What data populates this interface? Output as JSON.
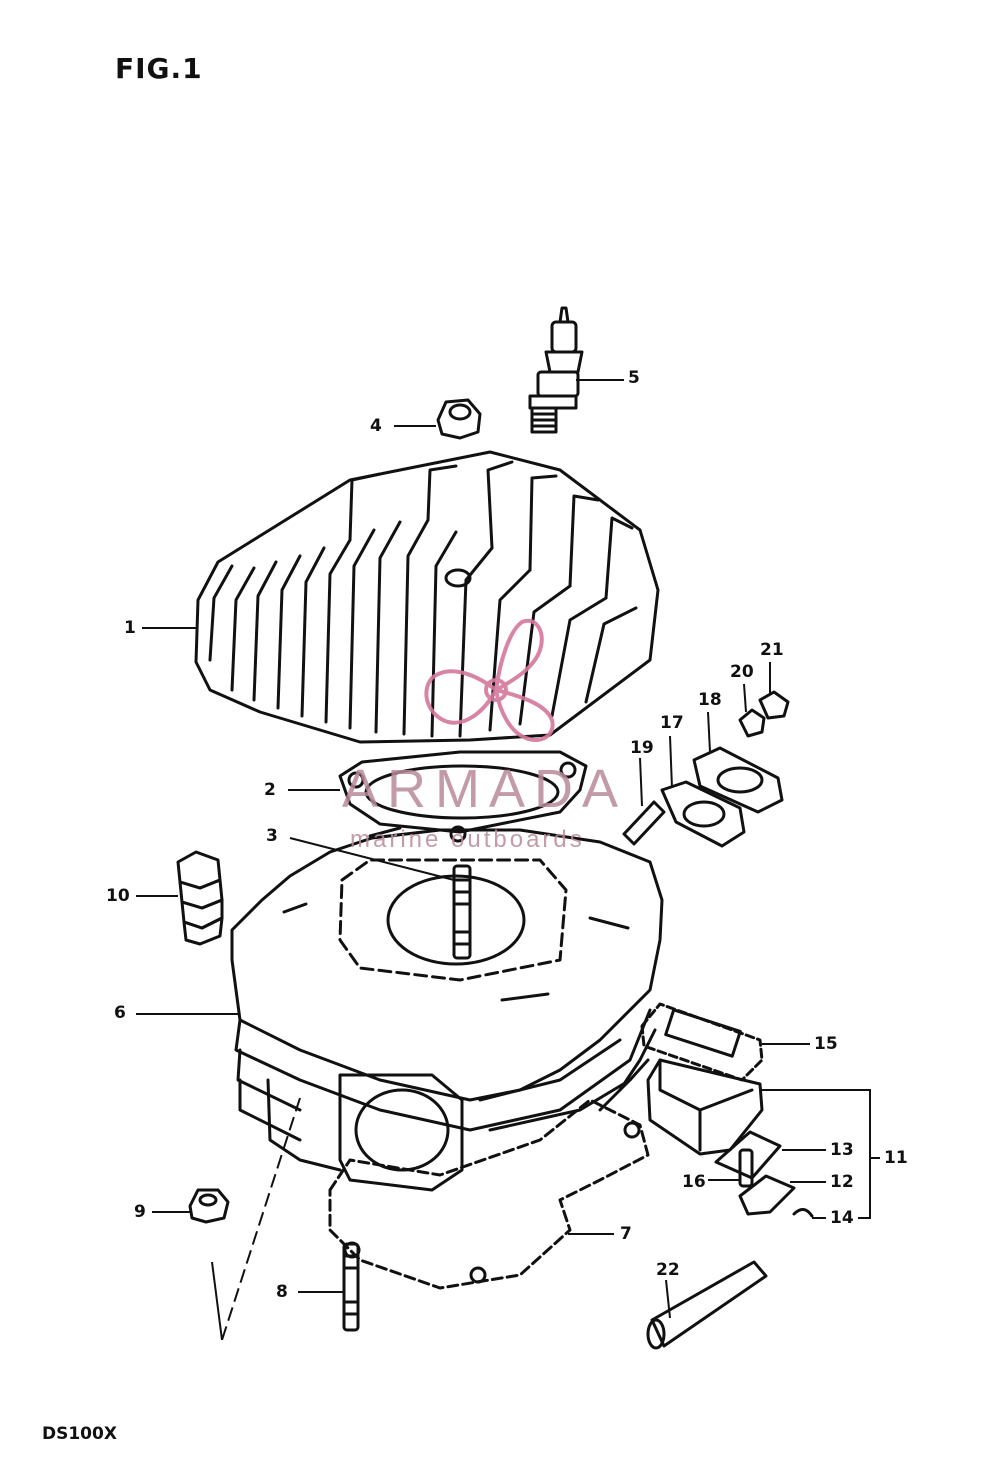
{
  "title": "FIG.1",
  "model_code": "DS100X",
  "watermark": {
    "name": "ARMADA",
    "tagline": "marine outboards",
    "color": "#d4789c"
  },
  "callouts": [
    {
      "id": "c1",
      "label": "1"
    },
    {
      "id": "c2",
      "label": "2"
    },
    {
      "id": "c3",
      "label": "3"
    },
    {
      "id": "c4",
      "label": "4"
    },
    {
      "id": "c5",
      "label": "5"
    },
    {
      "id": "c6",
      "label": "6"
    },
    {
      "id": "c7",
      "label": "7"
    },
    {
      "id": "c8",
      "label": "8"
    },
    {
      "id": "c9",
      "label": "9"
    },
    {
      "id": "c10",
      "label": "10"
    },
    {
      "id": "c11",
      "label": "11"
    },
    {
      "id": "c12",
      "label": "12"
    },
    {
      "id": "c13",
      "label": "13"
    },
    {
      "id": "c14",
      "label": "14"
    },
    {
      "id": "c15",
      "label": "15"
    },
    {
      "id": "c16",
      "label": "16"
    },
    {
      "id": "c17",
      "label": "17"
    },
    {
      "id": "c18",
      "label": "18"
    },
    {
      "id": "c19",
      "label": "19"
    },
    {
      "id": "c20",
      "label": "20"
    },
    {
      "id": "c21",
      "label": "21"
    },
    {
      "id": "c22",
      "label": "22"
    }
  ]
}
